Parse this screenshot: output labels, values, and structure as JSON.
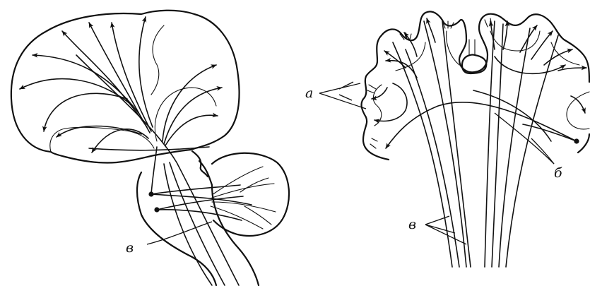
{
  "labels": {
    "a": "а",
    "b": "б",
    "v_left": "в",
    "v_right": "в"
  }
}
